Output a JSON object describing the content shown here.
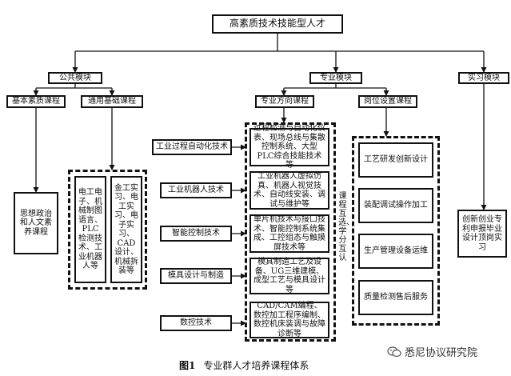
{
  "diagram": {
    "root": "高素质技术技能型人才",
    "modules": {
      "public": "公共模块",
      "professional": "专业模块",
      "internship": "实习模块"
    },
    "public": {
      "basic_quality": "基本素质课程",
      "general_basic": "通用基础课程",
      "ideology": "思想政治和人文素养课程",
      "basics_left": "电工电子、机械制图语言、PLC检测技术、工业机器人等",
      "basics_right": "金工实习、电工实习、电子实习、CAD设计、机械拆装等"
    },
    "professional": {
      "direction_courses": "专业方向课程",
      "position_courses": "岗位设置课程",
      "directions": [
        {
          "name": "工业过程自动化技术",
          "courses": "过程检测与自动化仪表、现场总线与集散控制系统、大型PLC综合技能技术等"
        },
        {
          "name": "工业机器人技术",
          "courses": "工业机器人虚拟仿真、机器人视觉技术、自动线安装、调试与维护等"
        },
        {
          "name": "智能控制技术",
          "courses": "单片机技术与接口技术、智能控制系统集成、工控组态与触摸屏技术等"
        },
        {
          "name": "模具设计与制造",
          "courses": "模具制造工艺及设备、UG三维建模、成型工艺与模具设计等"
        },
        {
          "name": "数控技术",
          "courses": "CAD/CAM编程、数控加工程序编制、数控机床装调与故障诊断等"
        }
      ],
      "mutual_select": "课程互选、学分互认",
      "positions": [
        "工艺研发创新设计",
        "装配调试操作加工",
        "生产管理设备运维",
        "质量检测售后服务"
      ]
    },
    "internship": {
      "content": "创新创业专利申报毕业设计顶岗实习"
    },
    "caption_num": "图1",
    "caption_text": "专业群人才培养课程体系",
    "watermark": "悉尼协议研究院"
  }
}
